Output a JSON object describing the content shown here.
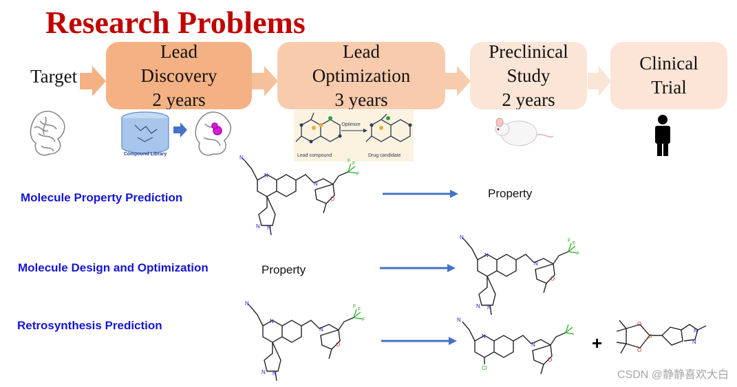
{
  "title": "Research Problems",
  "pipeline": {
    "target_label": "Target",
    "stages": [
      {
        "lines": [
          "Lead",
          "Discovery",
          "2 years"
        ],
        "color": "#f4b183"
      },
      {
        "lines": [
          "Lead",
          "Optimization",
          "3 years"
        ],
        "color": "#f8cbad"
      },
      {
        "lines": [
          "Preclinical",
          "Study",
          "2 years"
        ],
        "color": "#fbe5d6"
      },
      {
        "lines": [
          "Clinical",
          "Trial"
        ],
        "color": "#fce4d6"
      }
    ],
    "compound_library_label": "Compound Library",
    "optimize_label": "Optimize",
    "lead_compound_label": "Lead compound",
    "drug_candidate_label": "Drug candidate"
  },
  "tasks": [
    {
      "name": "Molecule Property Prediction",
      "output": "Property"
    },
    {
      "name": "Molecule Design and Optimization",
      "input": "Property"
    },
    {
      "name": "Retrosynthesis Prediction",
      "plus": "+"
    }
  ],
  "watermark": "CSDN @静静喜欢大白",
  "colors": {
    "title": "#c00000",
    "task": "#1515d6",
    "arrow": "#4472c4"
  }
}
